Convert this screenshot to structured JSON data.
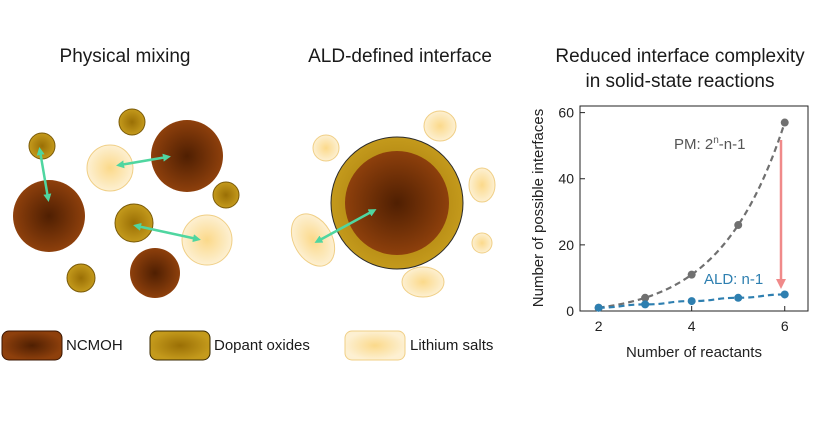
{
  "titles": {
    "physical_mixing": "Physical mixing",
    "ald_interface": "ALD-defined interface",
    "reduced_line1": "Reduced interface complexity",
    "reduced_line2": "in solid-state reactions"
  },
  "legend": {
    "ncmoh": "NCMOH",
    "dopant": "Dopant oxides",
    "lithium": "Lithium salts"
  },
  "colors": {
    "ncmoh_center": "#5c2604",
    "ncmoh_edge": "#8a3d0b",
    "dopant": "#b8860b",
    "dopant_edge": "#8a6a10",
    "lithium_center": "#fbe3a6",
    "lithium_edge": "#f1d189",
    "arrow": "#4fd6a0",
    "pm_series": "#707070",
    "ald_series": "#2e7fb0",
    "red_arrow": "#f08a8a"
  },
  "chart_data": {
    "type": "line",
    "x": [
      2,
      3,
      4,
      5,
      6
    ],
    "xlabel": "Number of reactants",
    "ylabel": "Number of possible interfaces",
    "xticks": [
      "2",
      "4",
      "6"
    ],
    "yticks": [
      "0",
      "20",
      "40",
      "60"
    ],
    "xlim": [
      1.6,
      6.5
    ],
    "ylim": [
      0,
      62
    ],
    "series": [
      {
        "name": "PM: 2ⁿ-n-1",
        "values": [
          1,
          4,
          11,
          26,
          57
        ]
      },
      {
        "name": "ALD: n-1",
        "values": [
          1,
          2,
          3,
          4,
          5
        ]
      }
    ],
    "labels": {
      "pm_prefix": "PM: 2",
      "pm_sup": "n",
      "pm_suffix": "-n-1",
      "ald": "ALD: n-1"
    }
  }
}
